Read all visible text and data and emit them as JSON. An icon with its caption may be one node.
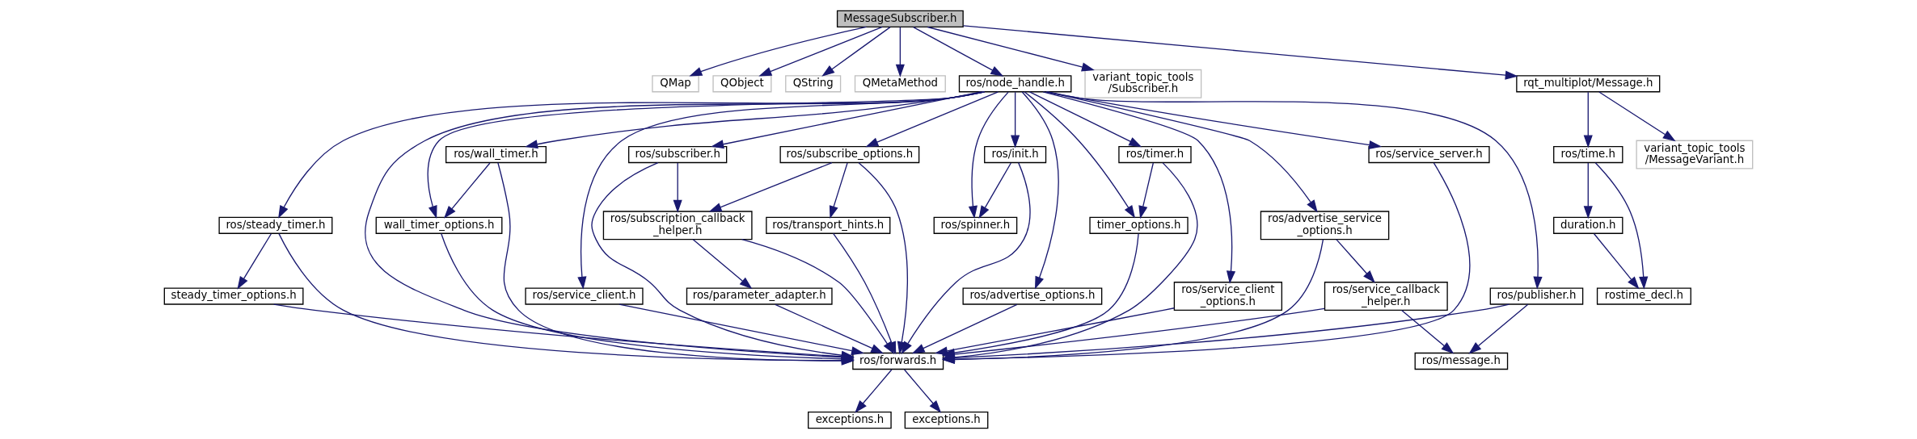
{
  "diagram": {
    "nodes": [
      {
        "text": [
          "MessageSubscriber.h"
        ]
      },
      {
        "text": [
          "QMap"
        ]
      },
      {
        "text": [
          "QObject"
        ]
      },
      {
        "text": [
          "QString"
        ]
      },
      {
        "text": [
          "QMetaMethod"
        ]
      },
      {
        "text": [
          "ros/node_handle.h"
        ]
      },
      {
        "text": [
          "variant_topic_tools /Subscriber.h"
        ]
      },
      {
        "text": [
          "rqt_multiplot/Message.h"
        ]
      },
      {
        "text": [
          "ros/subscribe_options.h"
        ]
      },
      {
        "text": [
          "ros/service_client _options.h"
        ]
      },
      {
        "text": [
          "ros/subscriber.h"
        ]
      },
      {
        "text": [
          "ros/init.h"
        ]
      },
      {
        "text": [
          "ros/wall_timer.h"
        ]
      },
      {
        "text": [
          "ros/timer.h"
        ]
      },
      {
        "text": [
          "ros/time.h"
        ]
      },
      {
        "text": [
          "variant_topic_tools /MessageVariant.h"
        ]
      },
      {
        "text": [
          "ros/steady_timer.h"
        ]
      },
      {
        "text": [
          "ros/subscription_callback _helper.h"
        ]
      },
      {
        "text": [
          "ros/service_client.h"
        ]
      },
      {
        "text": [
          "ros/spinner.h"
        ]
      },
      {
        "text": [
          "wall_timer_options.h"
        ]
      },
      {
        "text": [
          "timer_options.h"
        ]
      },
      {
        "text": [
          "ros/advertise_service _options.h"
        ]
      },
      {
        "text": [
          "duration.h"
        ]
      },
      {
        "text": [
          "steady_timer_options.h"
        ]
      },
      {
        "text": [
          "ros/advertise_options.h"
        ]
      },
      {
        "text": [
          "ros/transport_hints.h"
        ]
      },
      {
        "text": [
          "ros/parameter_adapter.h"
        ]
      },
      {
        "text": [
          "ros/service_server.h"
        ]
      },
      {
        "text": [
          "ros/service_callback _helper.h"
        ]
      },
      {
        "text": [
          "ros/publisher.h"
        ]
      },
      {
        "text": [
          "rostime_decl.h"
        ]
      },
      {
        "text": [
          "ros/forwards.h"
        ]
      },
      {
        "text": [
          "ros/message.h"
        ]
      },
      {
        "text": [
          "exceptions.h"
        ]
      },
      {
        "text": [
          "exceptions.h"
        ]
      }
    ],
    "edges": [
      {
        "from": 0,
        "to": 1,
        "arrow": "to"
      },
      {
        "from": 0,
        "to": 2,
        "arrow": "to"
      },
      {
        "from": 0,
        "to": 3,
        "arrow": "to"
      },
      {
        "from": 0,
        "to": 4,
        "arrow": "to"
      },
      {
        "from": 0,
        "to": 5,
        "arrow": "to"
      },
      {
        "from": 0,
        "to": 6,
        "arrow": "to"
      },
      {
        "from": 0,
        "to": 7,
        "arrow": "to"
      },
      {
        "from": 5,
        "to": 16,
        "arrow": "to"
      },
      {
        "from": 5,
        "to": 8,
        "arrow": "to"
      },
      {
        "from": 5,
        "to": 9,
        "arrow": "to"
      },
      {
        "from": 5,
        "to": 25,
        "arrow": "to"
      },
      {
        "from": 5,
        "to": 10,
        "arrow": "to"
      },
      {
        "from": 5,
        "to": 32,
        "arrow": "to"
      },
      {
        "from": 5,
        "to": 28,
        "arrow": "to"
      },
      {
        "from": 5,
        "to": 18,
        "arrow": "to"
      },
      {
        "from": 5,
        "to": 11,
        "arrow": "to"
      },
      {
        "from": 5,
        "to": 19,
        "arrow": "to"
      },
      {
        "from": 5,
        "to": 12,
        "arrow": "to"
      },
      {
        "from": 5,
        "to": 20,
        "arrow": "to"
      },
      {
        "from": 5,
        "to": 13,
        "arrow": "to"
      },
      {
        "from": 5,
        "to": 21,
        "arrow": "to"
      },
      {
        "from": 5,
        "to": 22,
        "arrow": "to"
      },
      {
        "from": 5,
        "to": 30,
        "arrow": "to"
      },
      {
        "from": 16,
        "to": 24,
        "arrow": "to"
      },
      {
        "from": 16,
        "to": 32,
        "arrow": "to"
      },
      {
        "from": 24,
        "to": 32,
        "arrow": "to"
      },
      {
        "from": 25,
        "to": 32,
        "arrow": "to"
      },
      {
        "from": 8,
        "to": 17,
        "arrow": "to"
      },
      {
        "from": 8,
        "to": 26,
        "arrow": "to"
      },
      {
        "from": 8,
        "to": 32,
        "arrow": "to"
      },
      {
        "from": 26,
        "to": 32,
        "arrow": "to"
      },
      {
        "from": 9,
        "to": 32,
        "arrow": "to"
      },
      {
        "from": 10,
        "to": 17,
        "arrow": "to"
      },
      {
        "from": 10,
        "to": 32,
        "arrow": "to"
      },
      {
        "from": 17,
        "to": 27,
        "arrow": "to"
      },
      {
        "from": 17,
        "to": 32,
        "arrow": "to"
      },
      {
        "from": 27,
        "to": 32,
        "arrow": "to"
      },
      {
        "from": 28,
        "to": 32,
        "arrow": "to"
      },
      {
        "from": 18,
        "to": 32,
        "arrow": "to"
      },
      {
        "from": 11,
        "to": 19,
        "arrow": "to"
      },
      {
        "from": 11,
        "to": 32,
        "arrow": "to"
      },
      {
        "from": 12,
        "to": 20,
        "arrow": "to"
      },
      {
        "from": 12,
        "to": 32,
        "arrow": "to"
      },
      {
        "from": 20,
        "to": 32,
        "arrow": "to"
      },
      {
        "from": 13,
        "to": 21,
        "arrow": "to"
      },
      {
        "from": 13,
        "to": 32,
        "arrow": "to"
      },
      {
        "from": 21,
        "to": 32,
        "arrow": "to"
      },
      {
        "from": 22,
        "to": 29,
        "arrow": "to"
      },
      {
        "from": 22,
        "to": 32,
        "arrow": "to"
      },
      {
        "from": 29,
        "to": 32,
        "arrow": "to"
      },
      {
        "from": 29,
        "to": 33,
        "arrow": "to"
      },
      {
        "from": 30,
        "to": 32,
        "arrow": "to"
      },
      {
        "from": 30,
        "to": 33,
        "arrow": "to"
      },
      {
        "from": 7,
        "to": 14,
        "arrow": "to"
      },
      {
        "from": 7,
        "to": 15,
        "arrow": "to"
      },
      {
        "from": 14,
        "to": 23,
        "arrow": "to"
      },
      {
        "from": 14,
        "to": 31,
        "arrow": "to"
      },
      {
        "from": 23,
        "to": 31,
        "arrow": "to"
      },
      {
        "from": 32,
        "to": 34,
        "arrow": "to"
      },
      {
        "from": 32,
        "to": 35,
        "arrow": "to"
      }
    ]
  }
}
